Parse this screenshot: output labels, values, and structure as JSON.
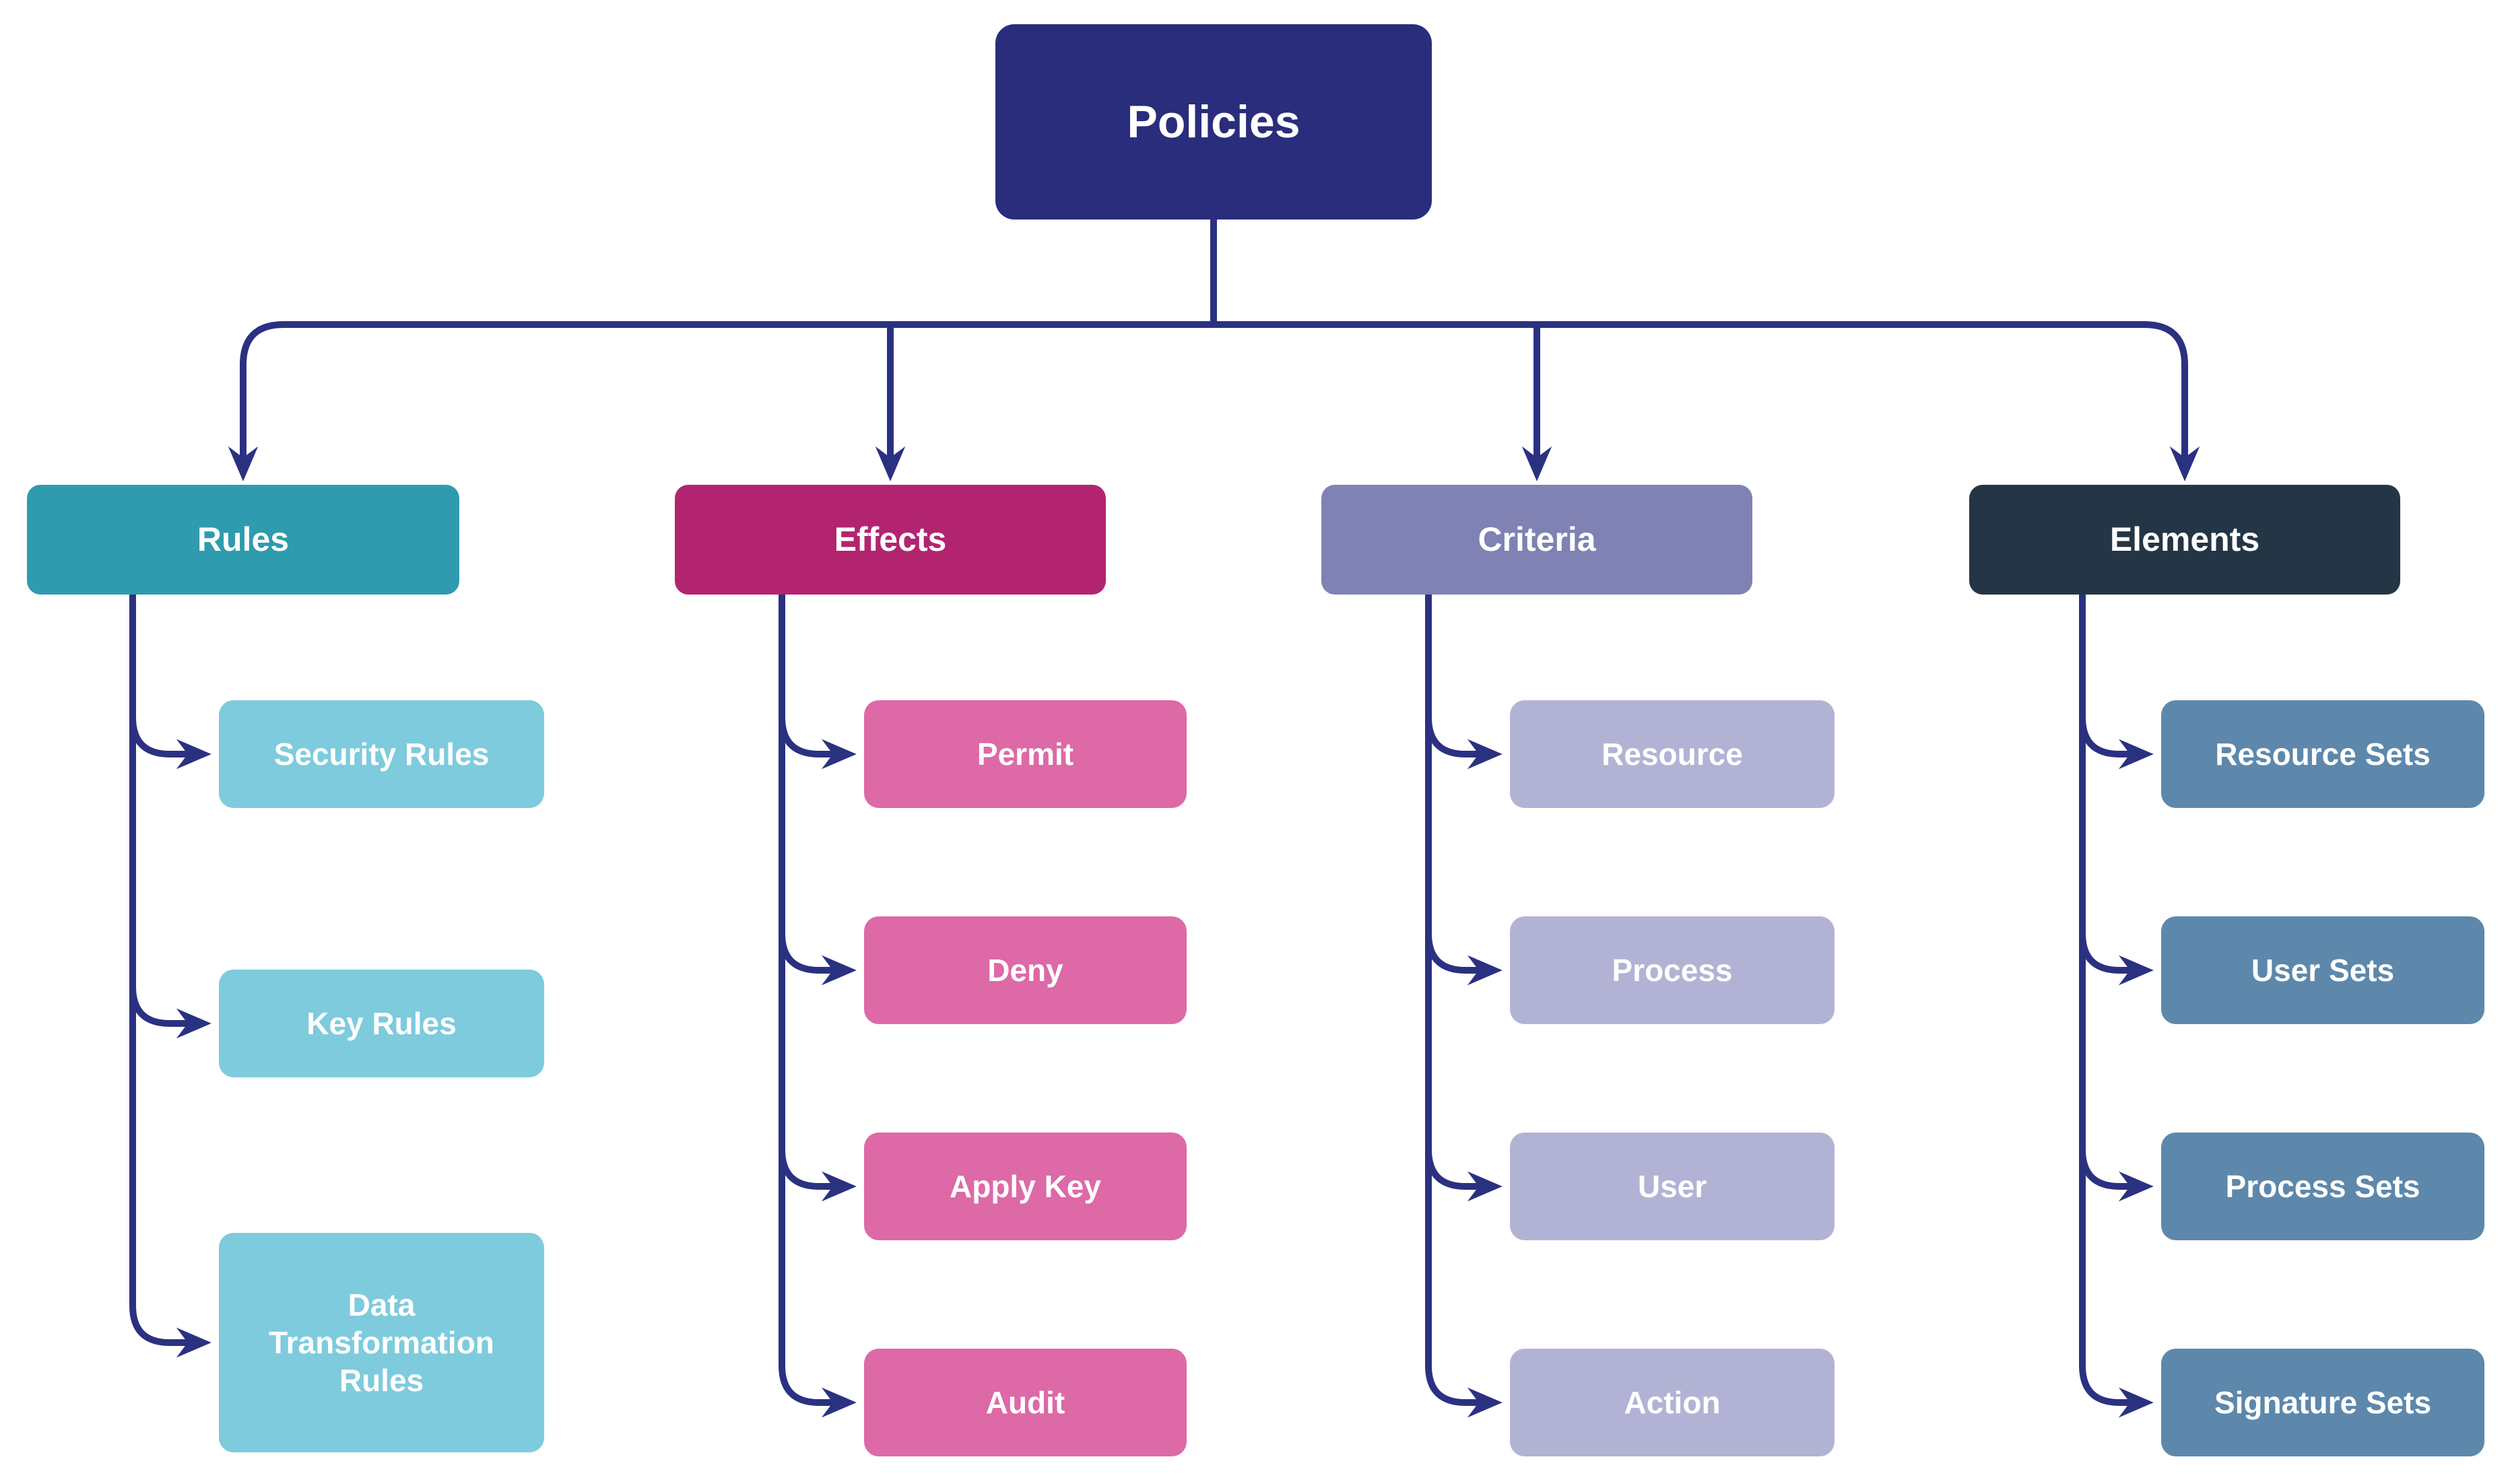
{
  "title": "Policies hierarchy diagram",
  "colors": {
    "background": "#ffffff",
    "connector": "#2b3181",
    "text": "#ffffff"
  },
  "root": {
    "label": "Policies",
    "color": "#292d7c"
  },
  "branches": [
    {
      "id": "rules",
      "label": "Rules",
      "color": "#2e9cae",
      "child_color": "#7ecbdd",
      "children": [
        {
          "label": "Security Rules"
        },
        {
          "label": "Key Rules"
        },
        {
          "label": "Data Transformation Rules"
        }
      ]
    },
    {
      "id": "effects",
      "label": "Effects",
      "color": "#b32470",
      "child_color": "#dd69a7",
      "children": [
        {
          "label": "Permit"
        },
        {
          "label": "Deny"
        },
        {
          "label": "Apply Key"
        },
        {
          "label": "Audit"
        }
      ]
    },
    {
      "id": "criteria",
      "label": "Criteria",
      "color": "#7f82b2",
      "child_color": "#b2b3d4",
      "children": [
        {
          "label": "Resource"
        },
        {
          "label": "Process"
        },
        {
          "label": "User"
        },
        {
          "label": "Action"
        }
      ]
    },
    {
      "id": "elements",
      "label": "Elements",
      "color": "#243645",
      "child_color": "#5d88ab",
      "children": [
        {
          "label": "Resource Sets"
        },
        {
          "label": "User Sets"
        },
        {
          "label": "Process Sets"
        },
        {
          "label": "Signature Sets"
        }
      ]
    }
  ]
}
